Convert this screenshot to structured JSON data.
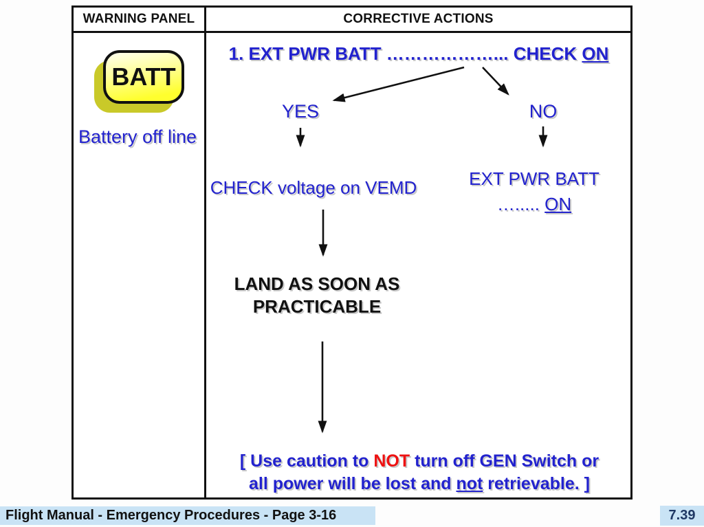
{
  "colors": {
    "blue": "#2222CE",
    "red": "#EE1111",
    "footer_bg": "#C9E3F5",
    "page_num": "#1F3864",
    "btn_shadow": "#C9C929"
  },
  "table": {
    "header": {
      "warning_panel": "WARNING PANEL",
      "corrective_actions": "CORRECTIVE ACTIONS"
    },
    "warning": {
      "button_label": "BATT",
      "caption": "Battery off line"
    }
  },
  "flow": {
    "step1_text": "1. EXT PWR BATT ………………...",
    "step1_check": "CHECK",
    "step1_on": "ON",
    "yes_label": "YES",
    "no_label": "NO",
    "yes_action": "CHECK voltage on VEMD",
    "no_action_line1": "EXT PWR BATT",
    "no_action_dots": "….....",
    "no_action_on": "ON",
    "land_line1": "LAND AS SOON AS",
    "land_line2": "PRACTICABLE",
    "caution_l1_a": "[ Use caution to",
    "caution_not": "NOT",
    "caution_l1_b": "turn off GEN Switch or",
    "caution_l2_a": "all power will be lost and",
    "caution_l2_not": "not",
    "caution_l2_b": "retrievable. ]"
  },
  "footer": {
    "left_text": "Flight Manual - Emergency Procedures - Page 3-16",
    "page_number": "7.39"
  }
}
